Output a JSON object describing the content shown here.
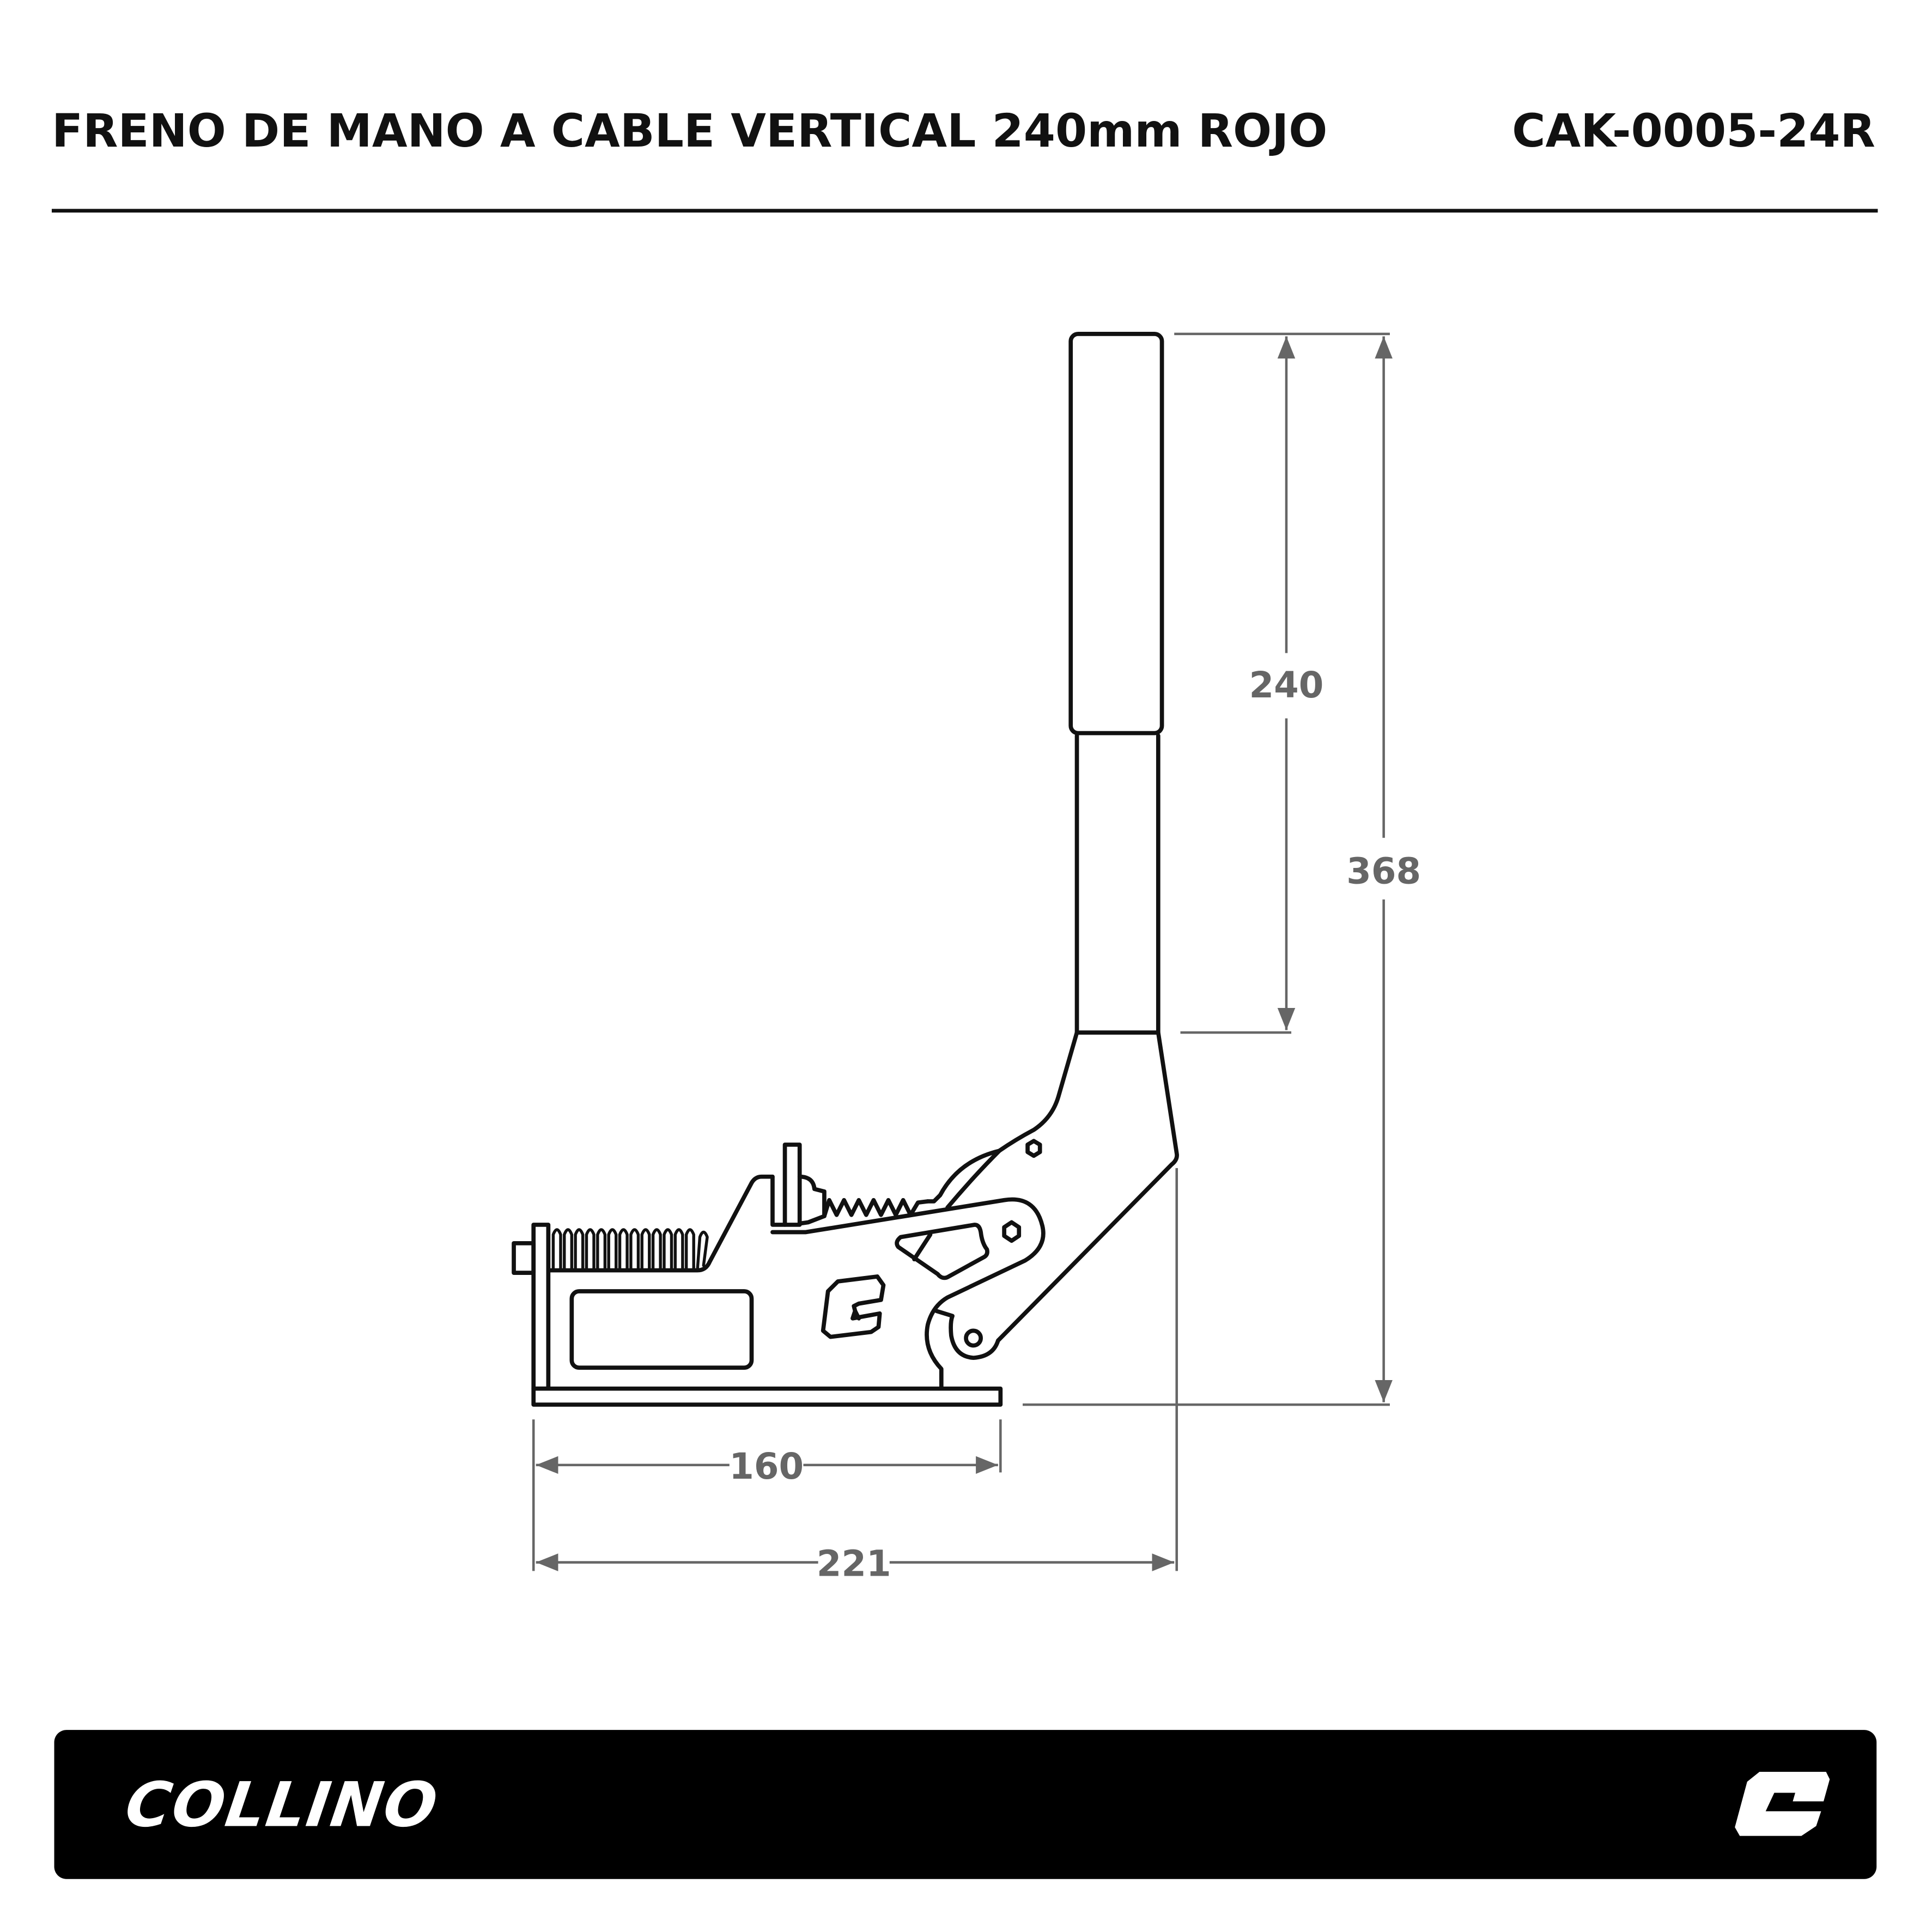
{
  "header": {
    "title": "FRENO DE MANO A CABLE VERTICAL 240mm ROJO",
    "code": "CAK-0005-24R"
  },
  "dimensions": {
    "handle_length": "240",
    "total_height": "368",
    "base_length": "160",
    "total_length": "221"
  },
  "footer": {
    "brand": "COLLINO"
  },
  "colors": {
    "line": "#111111",
    "dimension": "#666666",
    "footer_bg": "#000000"
  }
}
